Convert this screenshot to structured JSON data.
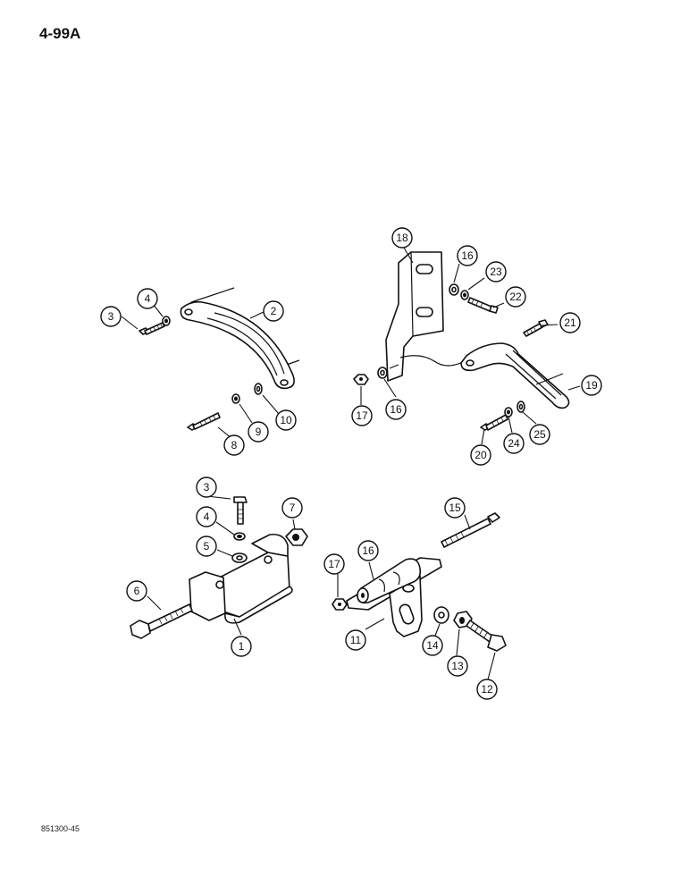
{
  "page_number": "4-99A",
  "figure_code": "851300-45",
  "callouts": {
    "c2": "2",
    "c3a": "3",
    "c4a": "4",
    "c8": "8",
    "c9": "9",
    "c10": "10",
    "c18": "18",
    "c16a": "16",
    "c23": "23",
    "c22": "22",
    "c21": "21",
    "c19": "19",
    "c17a": "17",
    "c16b": "16",
    "c20": "20",
    "c24": "24",
    "c25": "25",
    "c3b": "3",
    "c4b": "4",
    "c5": "5",
    "c7": "7",
    "c6": "6",
    "c1": "1",
    "c15": "15",
    "c16c": "16",
    "c17b": "17",
    "c11": "11",
    "c14": "14",
    "c13": "13",
    "c12": "12"
  }
}
